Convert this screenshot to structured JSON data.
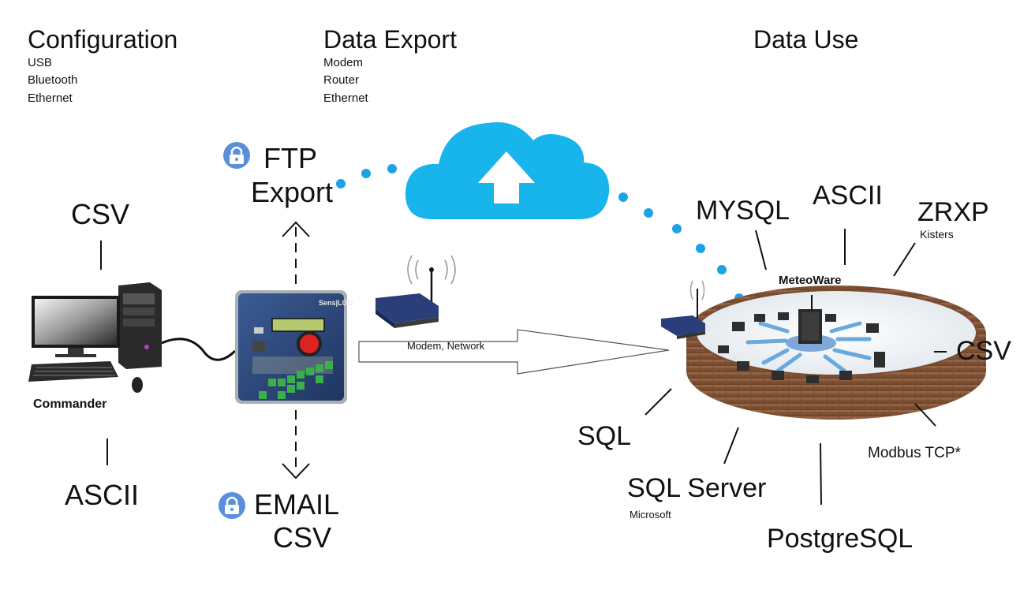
{
  "columns": {
    "configuration": {
      "title": "Configuration",
      "items": [
        "USB",
        "Bluetooth",
        "Ethernet"
      ]
    },
    "data_export": {
      "title": "Data Export",
      "items": [
        "Modem",
        "Router",
        "Ethernet"
      ]
    },
    "data_use": {
      "title": "Data Use"
    }
  },
  "config_formats": {
    "top": "CSV",
    "bottom": "ASCII"
  },
  "computer_label": "Commander",
  "logger_label": "Sens|LOG",
  "export": {
    "ftp": [
      "FTP",
      "Export"
    ],
    "email": [
      "EMAIL",
      "CSV"
    ]
  },
  "link_label": "Modem, Network",
  "data_use": {
    "hub_label": "MeteoWare",
    "mysql": "MYSQL",
    "ascii": "ASCII",
    "zrxp": "ZRXP",
    "zrxp_sub": "Kisters",
    "csv": "CSV",
    "modbus": "Modbus TCP*",
    "postgres": "PostgreSQL",
    "sqlserver": "SQL Server",
    "sqlserver_sub": "Microsoft",
    "sql": "SQL"
  },
  "colors": {
    "cloud": "#18b4ec",
    "dots": "#1ba3e6",
    "lock_badge": "#5b8fd9",
    "logger_body": "#2c4a7c",
    "wall": "#8a5a3c",
    "router": "#2a3f7a"
  }
}
